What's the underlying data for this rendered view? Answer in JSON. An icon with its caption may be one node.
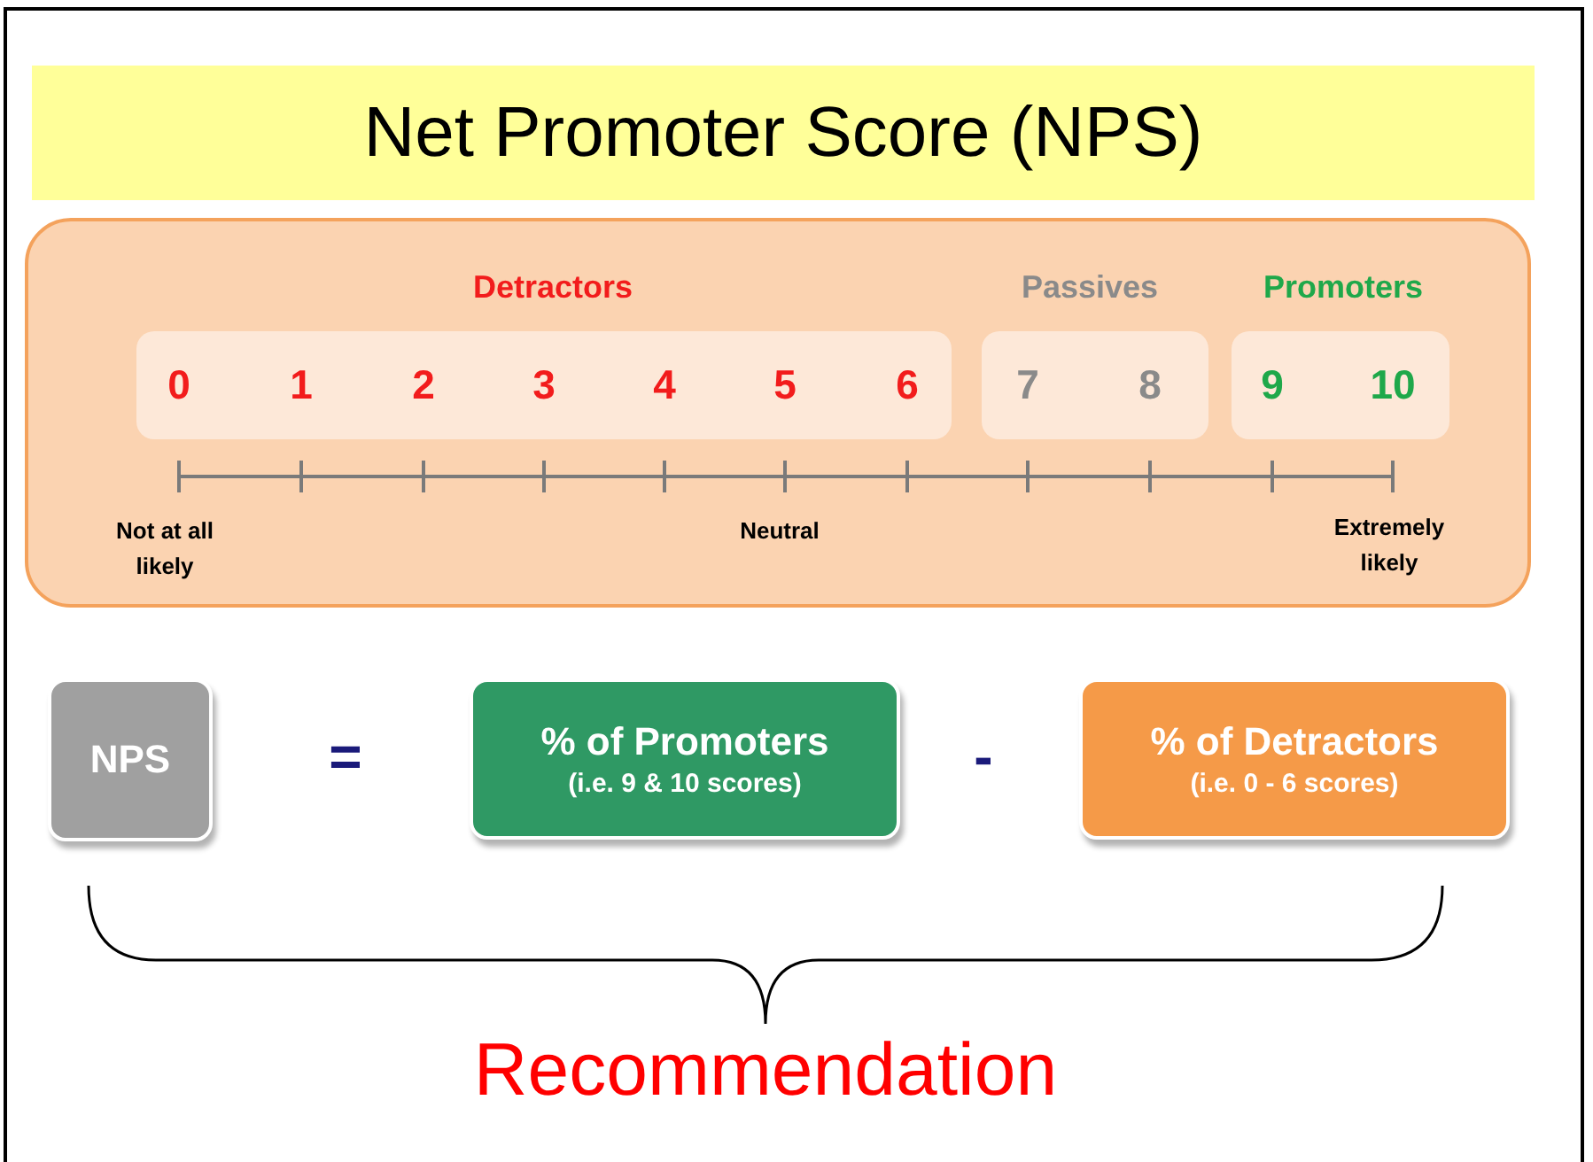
{
  "diagram": {
    "title": "Net Promoter Score (NPS)",
    "nodes": [
      {
        "text": [],
        "shape": "box"
      },
      {
        "text": [
          "Detractors",
          "0",
          "1",
          "2",
          "3",
          "4",
          "5",
          "6"
        ],
        "in": 0
      },
      {
        "text": [
          "Passives",
          "7",
          "8"
        ],
        "in": 0
      },
      {
        "text": [
          "Promoters",
          "9",
          "10"
        ],
        "in": 0
      },
      {
        "text": [
          "NPS"
        ]
      },
      {
        "text": [
          "% of Promoters",
          "(i.e. 9 & 10 scores)"
        ]
      },
      {
        "text": [
          "% of Detractors",
          "(i.e. 0 - 6 scores)"
        ]
      }
    ],
    "labels": [
      "Not at all likely",
      "Neutral",
      "Extremely likely",
      "=",
      "-",
      "Recommendation"
    ]
  }
}
